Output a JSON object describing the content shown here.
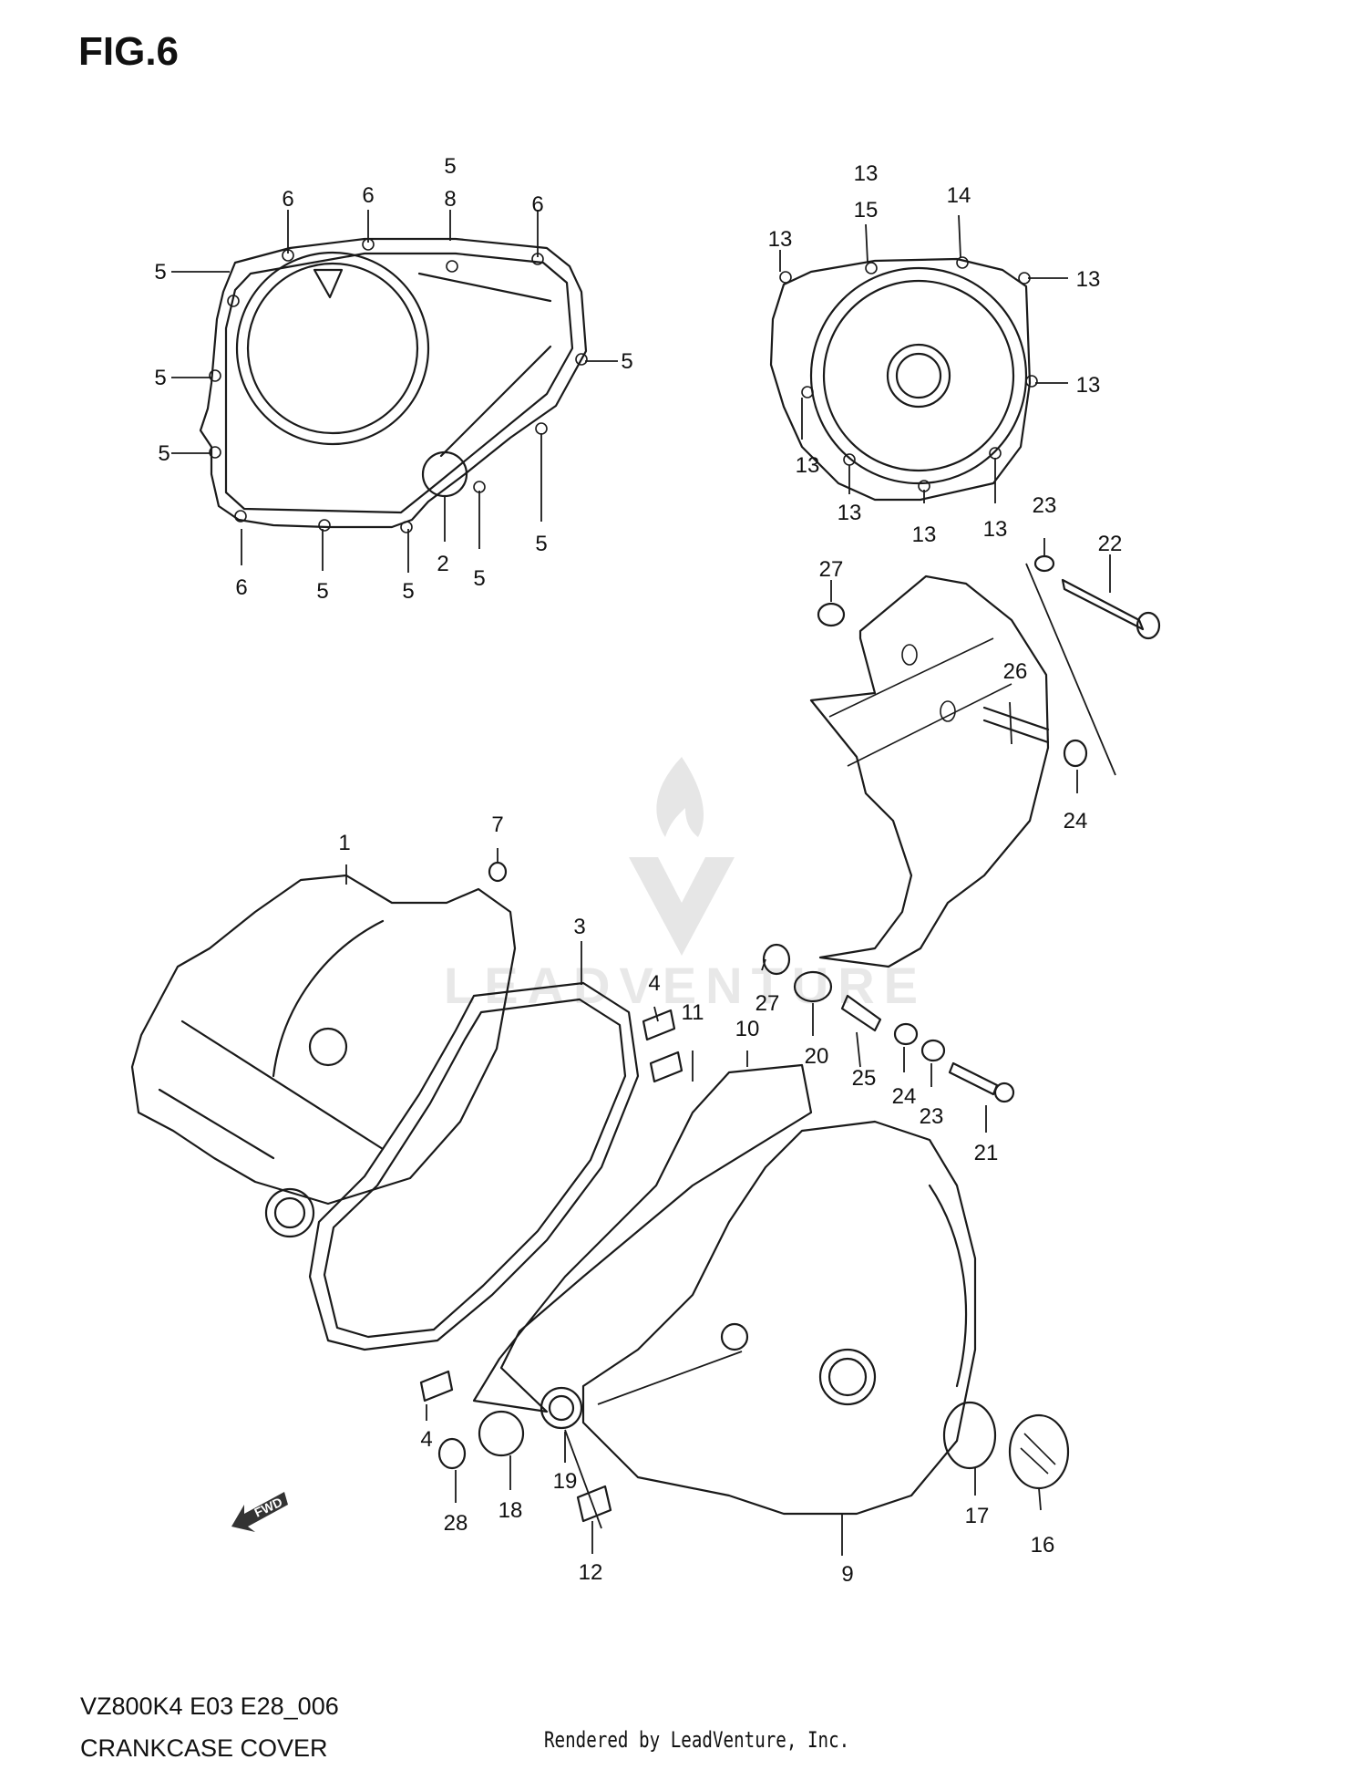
{
  "figure": {
    "title": "FIG.6"
  },
  "footer": {
    "model_code": "VZ800K4 E03 E28_006",
    "section_title": "CRANKCASE COVER",
    "rendered_by": "Rendered by LeadVenture, Inc."
  },
  "watermark": {
    "text": "LEADVENTURE"
  },
  "fwd_marker": {
    "label": "FWD"
  },
  "callouts": {
    "upper_left_cover": [
      "6",
      "6",
      "5",
      "8",
      "6",
      "5",
      "5",
      "5",
      "5",
      "5",
      "5",
      "5",
      "5",
      "6",
      "5",
      "5",
      "2"
    ],
    "upper_right_cover": [
      "13",
      "15",
      "14",
      "13",
      "13",
      "13",
      "13",
      "13",
      "13",
      "13"
    ],
    "bracket": [
      "23",
      "22",
      "27",
      "26",
      "24",
      "27",
      "20",
      "25",
      "24",
      "23",
      "21"
    ],
    "main_assembly": [
      "7",
      "1",
      "3",
      "4",
      "11",
      "10",
      "4",
      "28",
      "18",
      "19",
      "12",
      "9",
      "17",
      "16"
    ]
  }
}
